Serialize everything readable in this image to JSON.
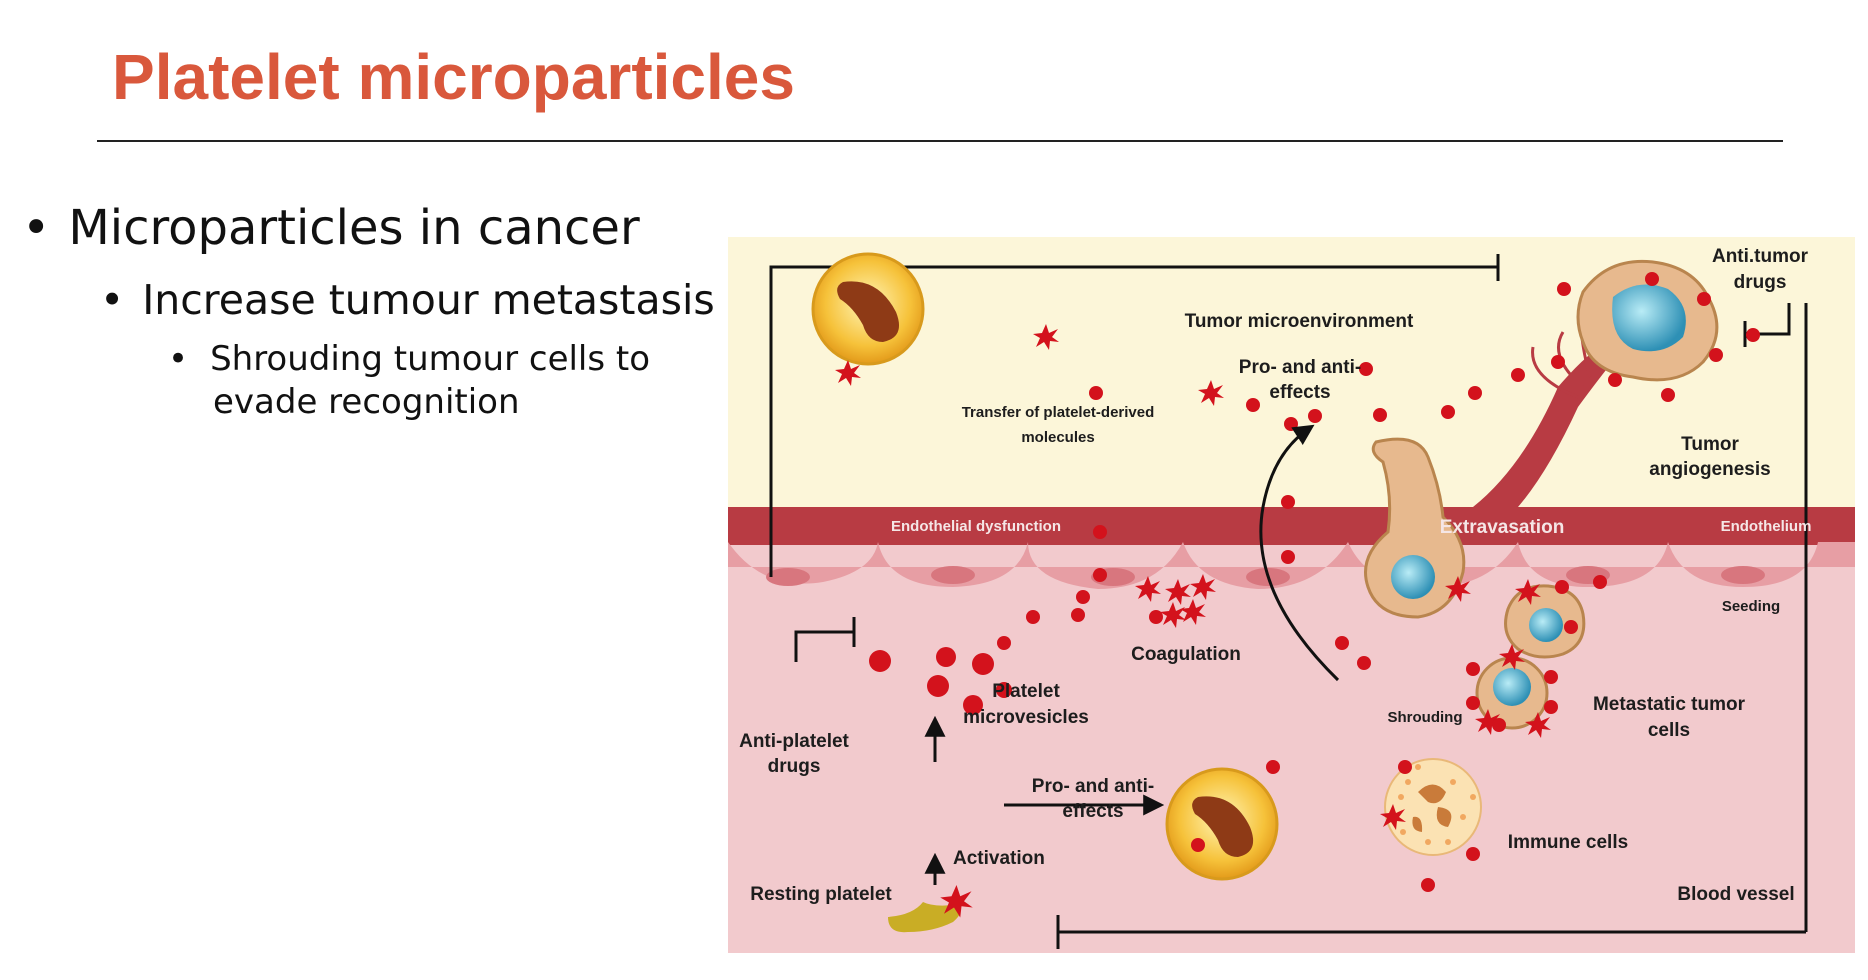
{
  "slide": {
    "title": "Platelet microparticles",
    "bullets": {
      "level1": "Microparticles in cancer",
      "level2": "Increase tumour metastasis",
      "level3_line1": "Shrouding tumour cells to",
      "level3_line2": "evade recognition"
    }
  },
  "figure": {
    "labels": {
      "anti_tumor_1": "Anti.tumor",
      "anti_tumor_2": "drugs",
      "tumor_microenvironment": "Tumor microenvironment",
      "pro_anti_top_1": "Pro- and anti-",
      "pro_anti_top_2": "effects",
      "transfer_1": "Transfer of platelet-derived",
      "transfer_2": "molecules",
      "tumor_angio_1": "Tumor",
      "tumor_angio_2": "angiogenesis",
      "endothelial_dysfunction": "Endothelial dysfunction",
      "extravasation": "Extravasation",
      "endothelium": "Endothelium",
      "seeding": "Seeding",
      "coagulation": "Coagulation",
      "platelet_mv_1": "Platelet",
      "platelet_mv_2": "microvesicles",
      "shrouding": "Shrouding",
      "metastatic_1": "Metastatic tumor",
      "metastatic_2": "cells",
      "anti_platelet_1": "Anti-platelet",
      "anti_platelet_2": "drugs",
      "pro_anti_bottom_1": "Pro- and anti-",
      "pro_anti_bottom_2": "effects",
      "activation": "Activation",
      "immune_cells": "Immune cells",
      "resting_platelet": "Resting platelet",
      "blood_vessel": "Blood vessel"
    },
    "colors": {
      "tissue_bg": "#fbf3d2",
      "vessel_bg": "#f2cacd",
      "endothelium_band": "#b83b43",
      "particle_red": "#d3121c",
      "tumor_cell": "#e7b98e",
      "nucleus": "#3fa6c6",
      "resting_platelet": "#c9ad25"
    }
  }
}
